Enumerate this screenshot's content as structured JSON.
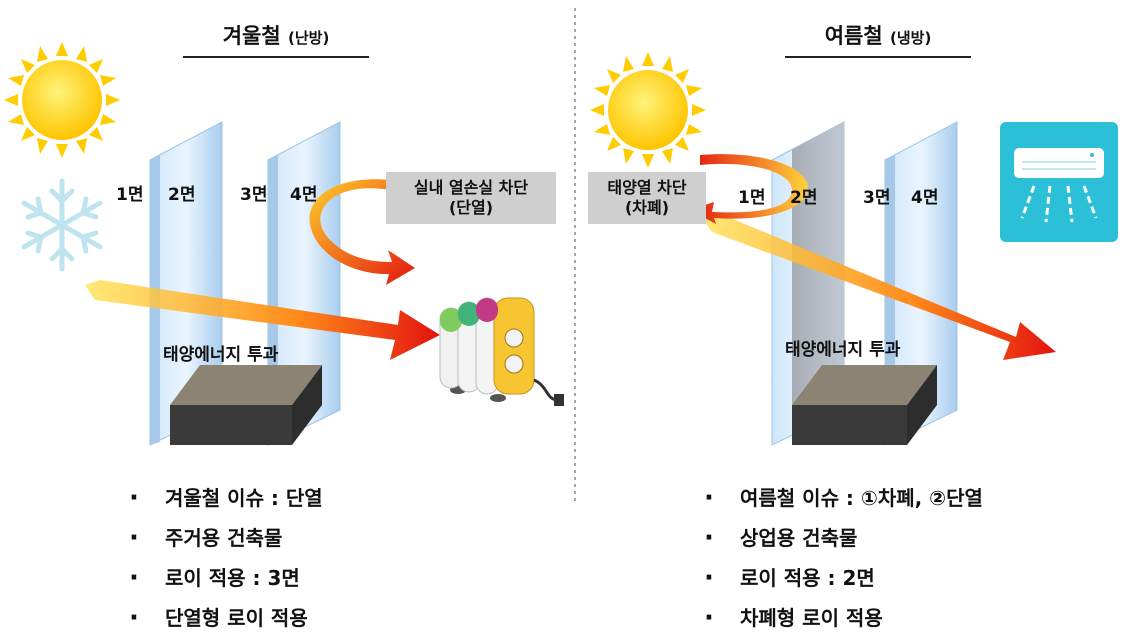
{
  "winter": {
    "title": "겨울철",
    "subtitle": "(난방)",
    "surfaces": [
      "1면",
      "2면",
      "3면",
      "4면"
    ],
    "callout": [
      "실내 열손실 차단",
      "(단열)"
    ],
    "transmission_label": "태양에너지 투과",
    "bullets": [
      "겨울철 이슈 : 단열",
      "주거용 건축물",
      "로이 적용 : 3면",
      "단열형 로이 적용"
    ]
  },
  "summer": {
    "title": "여름철",
    "subtitle": "(냉방)",
    "surfaces": [
      "1면",
      "2면",
      "3면",
      "4면"
    ],
    "callout": [
      "태양열 차단",
      "(차폐)"
    ],
    "transmission_label": "태양에너지 투과",
    "bullets": [
      "여름철 이슈 : ①차폐, ②단열",
      "상업용 건축물",
      "로이 적용 : 2면",
      "차폐형 로이 적용"
    ]
  },
  "colors": {
    "glass": "#b9d8f2",
    "sun": "#ffd400",
    "arrow_start": "#ffe14a",
    "arrow_end": "#e01010",
    "aircon_bg": "#2cc0d8",
    "callout_bg": "#cfcfcf"
  },
  "icons": [
    "sun-icon",
    "snowflake-icon",
    "heater-icon",
    "air-conditioner-icon"
  ]
}
